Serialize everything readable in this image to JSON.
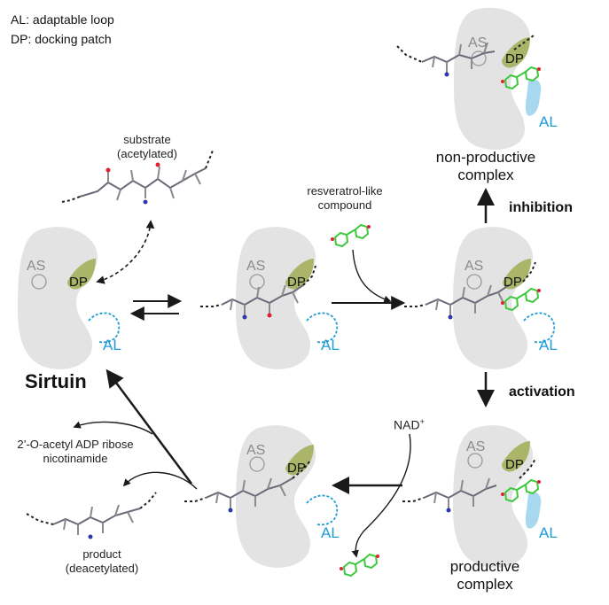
{
  "legend": {
    "al": "AL",
    "al_desc": ": adaptable loop",
    "dp": "DP",
    "dp_desc": ": docking patch"
  },
  "labels": {
    "substrate": "substrate",
    "substrate_state": "(acetylated)",
    "compound_line1": "resveratrol-like",
    "compound_line2": "compound",
    "non_productive_line1": "non-productive",
    "non_productive_line2": "complex",
    "inhibition": "inhibition",
    "activation": "activation",
    "sirtuin": "Sirtuin",
    "nad": "NAD",
    "nad_sup": "+",
    "acetyl_adp": "2’-O-acetyl ADP ribose",
    "nicotinamide": "nicotinamide",
    "product": "product",
    "product_state": "(deacetylated)",
    "productive_line1": "productive",
    "productive_line2": "complex",
    "as": "AS",
    "dp": "DP",
    "al": "AL"
  },
  "colors": {
    "protein": "#e3e3e3",
    "docking_patch": "#aab56a",
    "adaptable_loop": "#1f9bd6",
    "compound": "#3ec83e",
    "arrow": "#1a1a1a"
  }
}
